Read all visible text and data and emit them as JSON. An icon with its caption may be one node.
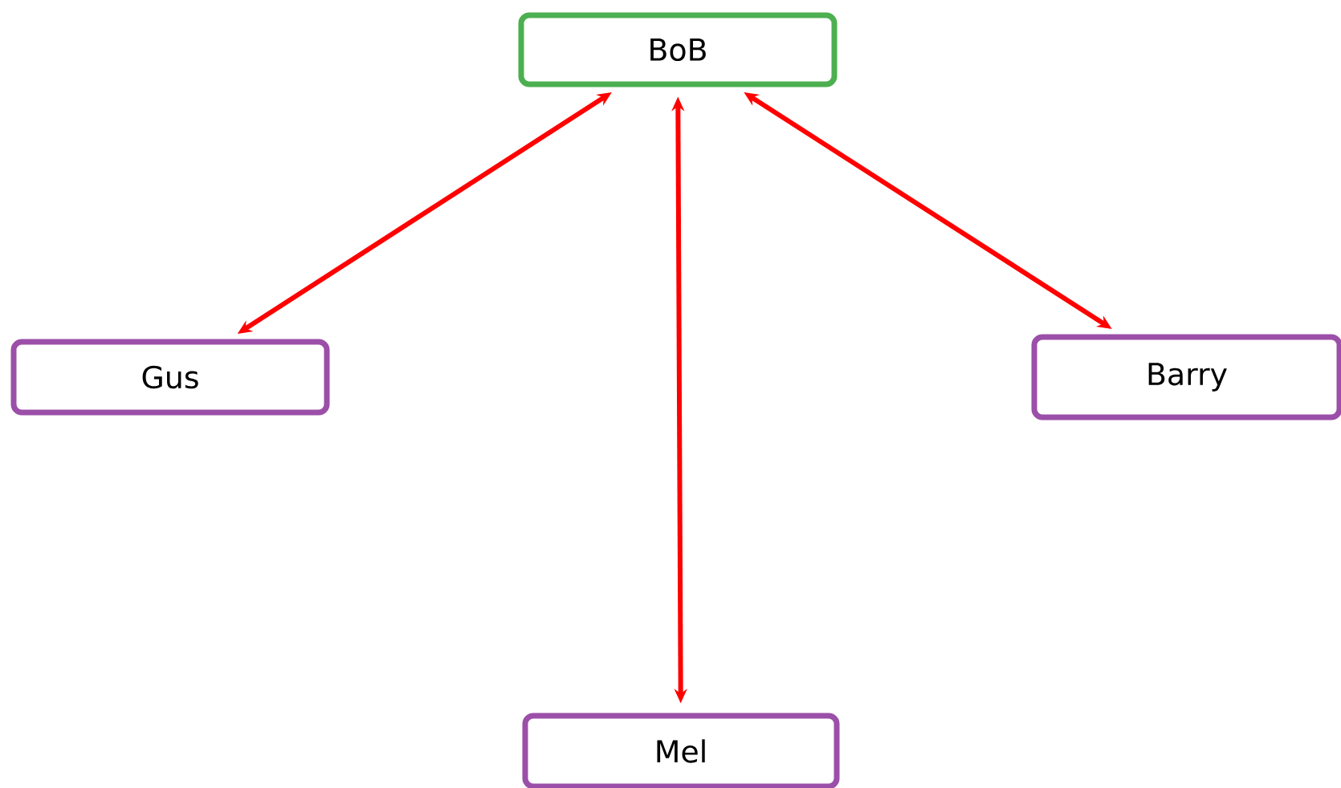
{
  "diagram": {
    "nodes": [
      {
        "text": [
          "BoB"
        ]
      },
      {
        "text": [
          "Gus"
        ]
      },
      {
        "text": [
          "Barry"
        ]
      },
      {
        "text": [
          "Mel"
        ]
      }
    ],
    "edges": [
      {
        "from": 0,
        "to": 1,
        "arrow": "both"
      },
      {
        "from": 0,
        "to": 3,
        "arrow": "both"
      },
      {
        "from": 0,
        "to": 2,
        "arrow": "both"
      }
    ]
  }
}
